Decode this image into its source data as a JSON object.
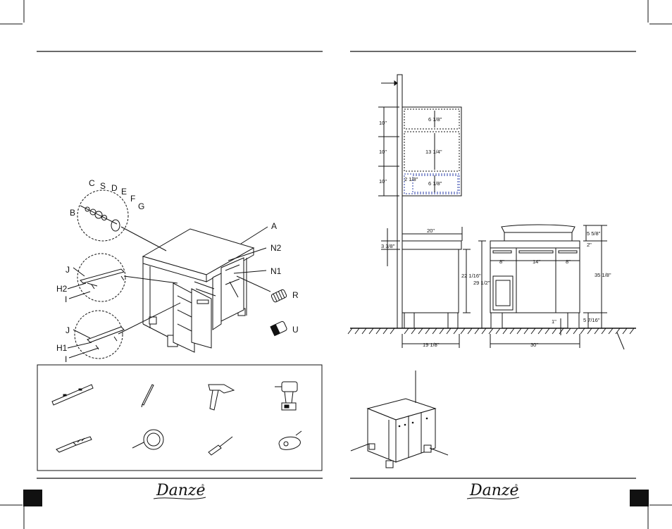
{
  "brand": {
    "name": "Danze",
    "mark": "®"
  },
  "assembly_labels": {
    "C": "C",
    "S": "S",
    "D": "D",
    "E": "E",
    "F": "F",
    "G": "G",
    "B": "B",
    "A": "A",
    "N2": "N2",
    "N1": "N1",
    "R": "R",
    "U": "U",
    "J_top": "J",
    "H2": "H2",
    "I_top": "I",
    "J_bottom": "J",
    "H1": "H1",
    "I_bottom": "I"
  },
  "tools": [
    {
      "name": "level-icon"
    },
    {
      "name": "pencil-icon"
    },
    {
      "name": "hammer-icon"
    },
    {
      "name": "drill-icon"
    },
    {
      "name": "drill-bit-icon"
    },
    {
      "name": "hole-saw-icon"
    },
    {
      "name": "screwdriver-icon"
    },
    {
      "name": "tape-measure-icon"
    }
  ],
  "dimensions": {
    "cab_h1": "10\"",
    "cab_h2": "10\"",
    "cab_h3": "10\"",
    "shelf1": "6 1/8\"",
    "shelf2": "13 1/4\"",
    "shelf3": "6 1/8\"",
    "inner_offset": "2 1/8\"",
    "side_depth": "20\"",
    "top_thick": "3 3/8\"",
    "side_h1": "22 1/16\"",
    "side_h2": "29 1/2\"",
    "side_base": "19 1/8\"",
    "basin_h": "5 5/8\"",
    "counter": "2\"",
    "front_h": "35 1/8\"",
    "drawer_l": "8\"",
    "drawer_c": "14\"",
    "drawer_r": "8\"",
    "leg_gap": "1\"",
    "leg_h": "5 7/16\"",
    "front_w": "30\""
  }
}
